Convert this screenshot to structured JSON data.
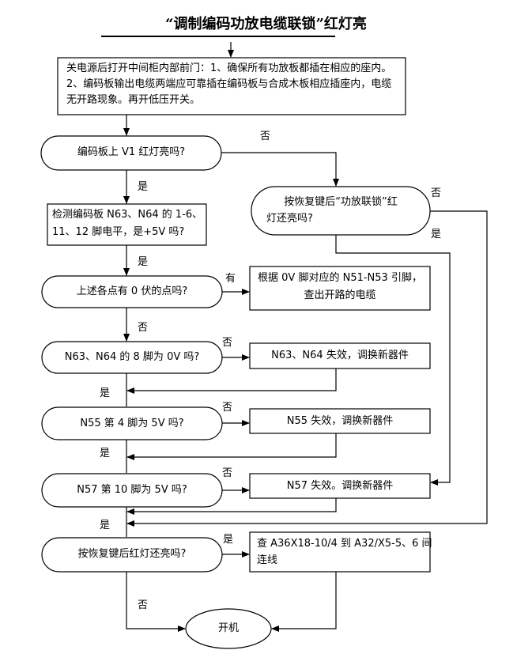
{
  "title": "“调制编码功放电缆联锁”红灯亮",
  "nodes": {
    "start": "关电源后打开中间柜内部前门：1、确保所有功放板都插在相应的座内。2、编码板输出电缆两端应可靠插在编码板与合成木板相应插座内，电缆无开路现象。再开低压开关。",
    "q_v1": "编码板上 V1 红灯亮吗?",
    "q_reset1_line1": "按恢复键后“功放联锁”红",
    "q_reset1_line2": "灯还亮吗?",
    "check_n63_line1": "检测编码板 N63、N64 的 1-6、",
    "check_n63_line2": "11、12 脚电平，是+5V 吗?",
    "q_zero": "上述各点有 0 伏的点吗?",
    "find_open_line1": "根据 0V 脚对应的 N51-N53 引脚，",
    "find_open_line2": "查出开路的电缆",
    "q_pin8": "N63、N64 的 8 脚为 0V 吗?",
    "fail_n63": "N63、N64 失效，调换新器件",
    "q_n55": "N55 第 4 脚为 5V 吗?",
    "fail_n55": "N55 失效，调换新器件",
    "q_n57": "N57 第  10 脚为 5V 吗?",
    "fail_n57": "N57 失效。调换新器件",
    "q_reset2": "按恢复键后红灯还亮吗?",
    "check_a36_line1": "查 A36X18-10/4 到 A32/X5-5、6 间",
    "check_a36_line2": "连线",
    "end": "开机"
  },
  "labels": {
    "no_v1": "否",
    "yes_v1": "是",
    "no_reset1": "否",
    "yes_reset1": "是",
    "yes_check": "是",
    "have_zero": "有",
    "no_zero": "否",
    "no_pin8": "否",
    "yes_pin8": "是",
    "no_n55": "否",
    "yes_n55": "是",
    "no_n57": "否",
    "yes_n57": "是",
    "yes_reset2": "是",
    "no_reset2": "否"
  }
}
